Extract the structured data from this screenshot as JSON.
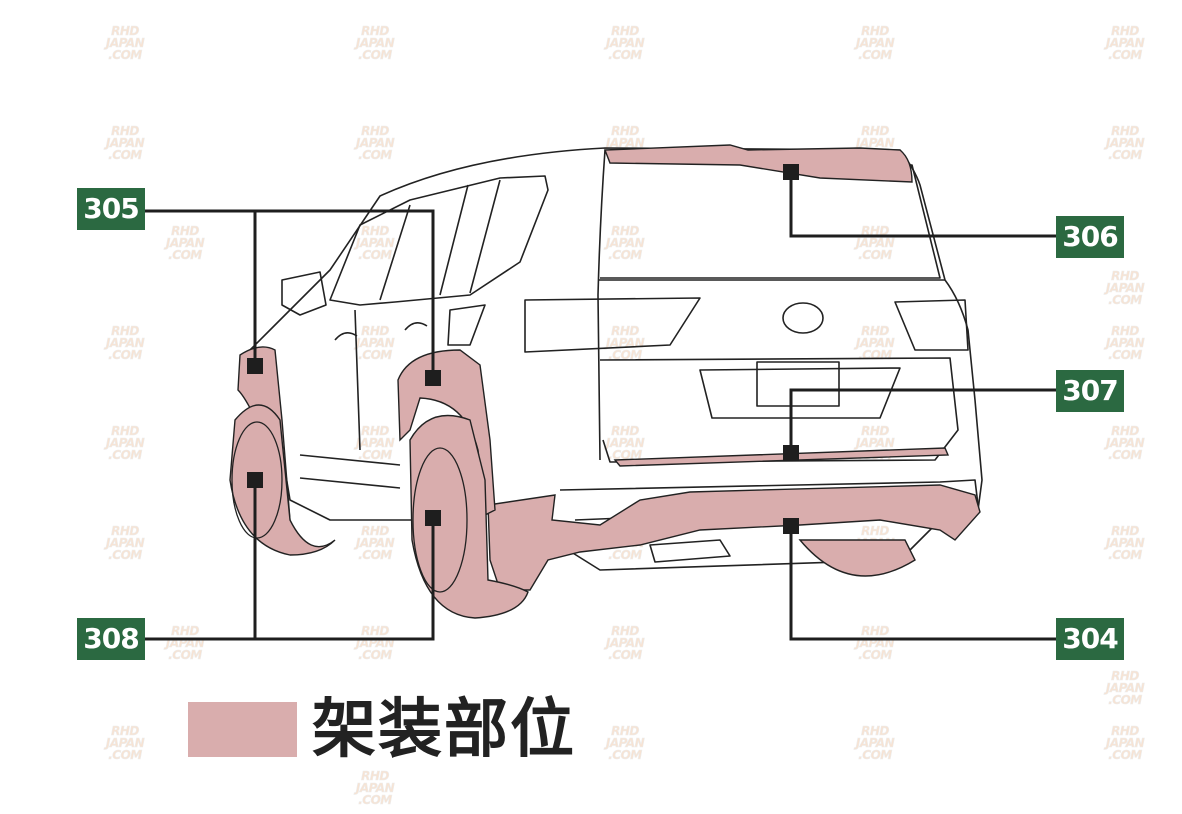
{
  "colors": {
    "highlight": "#d9adad",
    "tag": "#2b6941",
    "line": "#1e1e1e"
  },
  "watermark": {
    "lines": [
      "RHD",
      "JAPAN",
      ".COM"
    ]
  },
  "parts": [
    {
      "id": "305",
      "label": "305"
    },
    {
      "id": "306",
      "label": "306"
    },
    {
      "id": "307",
      "label": "307"
    },
    {
      "id": "308",
      "label": "308"
    },
    {
      "id": "304",
      "label": "304"
    }
  ],
  "legend": {
    "label": "架装部位"
  }
}
